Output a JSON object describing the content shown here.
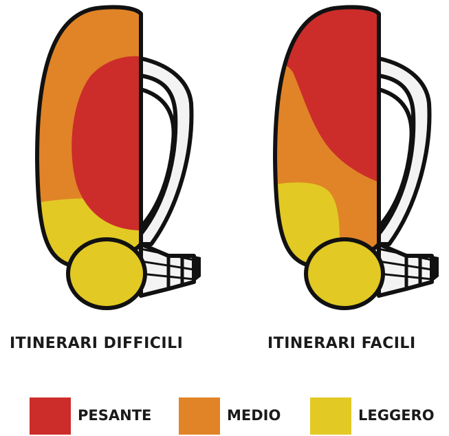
{
  "colors": {
    "heavy": "#cc2d2a",
    "medium": "#e08427",
    "light": "#e2c924",
    "outline": "#111111",
    "frame": "#f3f3f3"
  },
  "diagrams": [
    {
      "caption": "ITINERARI DIFFICILI",
      "layout": "heavy-centered-against-back"
    },
    {
      "caption": "ITINERARI FACILI",
      "layout": "heavy-on-top"
    }
  ],
  "legend": [
    {
      "label": "PESANTE",
      "color_key": "heavy"
    },
    {
      "label": "MEDIO",
      "color_key": "medium"
    },
    {
      "label": "LEGGERO",
      "color_key": "light"
    }
  ]
}
